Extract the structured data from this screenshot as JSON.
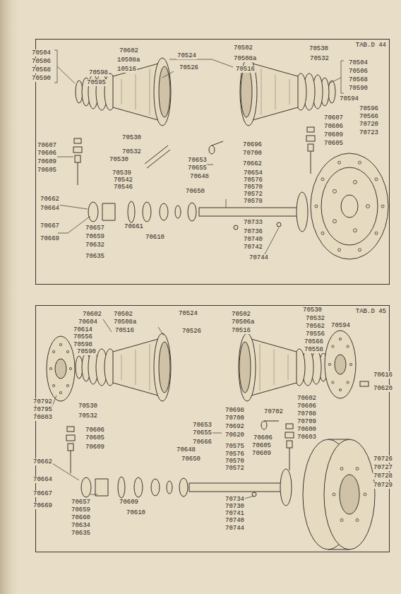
{
  "diagram": {
    "nodes": [
      {
        "text": [
          "TAB.D 44"
        ]
      },
      {
        "text": [
          "TAB.D 45"
        ]
      }
    ],
    "labels": [
      "70504",
      "70506",
      "70568",
      "70590",
      "70602",
      "10508a",
      "10516",
      "70598",
      "70595",
      "70524",
      "70526",
      "70502",
      "70508a",
      "70516",
      "70530",
      "70532",
      "70504",
      "70506",
      "70568",
      "70590",
      "70594",
      "70596",
      "70566",
      "70720",
      "70723",
      "70607",
      "70606",
      "70609",
      "70605",
      "70530",
      "70532",
      "70530",
      "70539",
      "70542",
      "70546",
      "70696",
      "70700",
      "70662",
      "70607",
      "70606",
      "70609",
      "70605",
      "70653",
      "70655",
      "70648",
      "70650",
      "70654",
      "70576",
      "70570",
      "70572",
      "70578",
      "70662",
      "70664",
      "70667",
      "70669",
      "70657",
      "70659",
      "70632",
      "70635",
      "70661",
      "70610",
      "70733",
      "70736",
      "70740",
      "70742",
      "70744",
      "70602",
      "70604",
      "70614",
      "70556",
      "70598",
      "70590",
      "70502",
      "70508a",
      "70516",
      "70524",
      "70526",
      "70502",
      "70506a",
      "70516",
      "70530",
      "70532",
      "70562",
      "70556",
      "70566",
      "70558",
      "70594",
      "70616",
      "70620",
      "70792",
      "70795",
      "70803",
      "70530",
      "70532",
      "70606",
      "70605",
      "70609",
      "70653",
      "70655",
      "70666",
      "70648",
      "70650",
      "70698",
      "70700",
      "70692",
      "70620",
      "70702",
      "70602",
      "70606",
      "70708",
      "70709",
      "70600",
      "70603",
      "70606",
      "70605",
      "70609",
      "70575",
      "70576",
      "70570",
      "70572",
      "70726",
      "70727",
      "70728",
      "70729",
      "70662",
      "70664",
      "70667",
      "70669",
      "70657",
      "70659",
      "70660",
      "70634",
      "70635",
      "70609",
      "70610",
      "70734",
      "70730",
      "70741",
      "70740",
      "70744"
    ]
  }
}
